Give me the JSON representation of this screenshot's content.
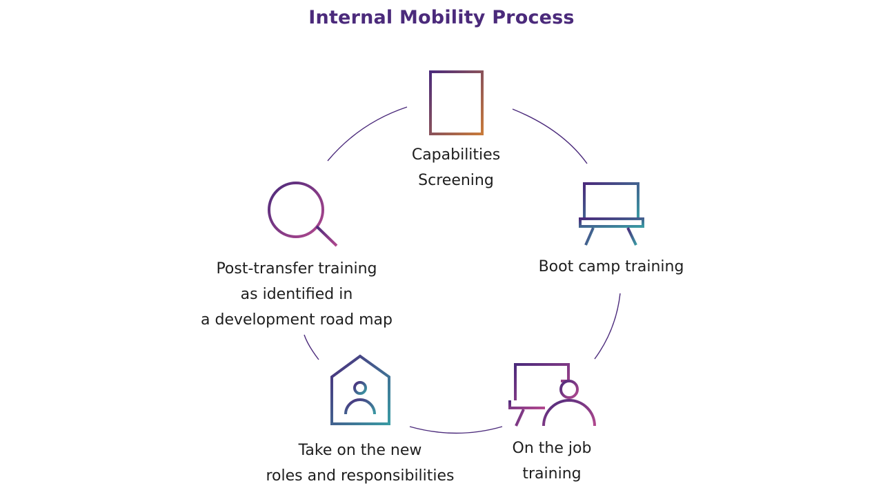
{
  "title": "Internal Mobility Process",
  "colors": {
    "title": "#4b2a7b",
    "connector": "#4b2a7b",
    "gradient_purple": "#4b2a7b",
    "gradient_magenta": "#b2488e",
    "gradient_teal": "#3a9aa3",
    "gradient_orange": "#c87a3a"
  },
  "steps": [
    {
      "id": "capabilities-screening",
      "icon": "bar-chart-document-icon",
      "lines": [
        "Capabilities",
        "Screening"
      ]
    },
    {
      "id": "boot-camp-training",
      "icon": "presentation-board-icon",
      "lines": [
        "Boot camp training"
      ]
    },
    {
      "id": "on-the-job-training",
      "icon": "presenter-at-board-icon",
      "lines": [
        "On the job",
        "training"
      ]
    },
    {
      "id": "take-on-new-roles",
      "icon": "house-person-icon",
      "lines": [
        "Take on the new",
        "roles and responsibilities"
      ]
    },
    {
      "id": "post-transfer-training",
      "icon": "magnifier-icon",
      "lines": [
        "Post-transfer training",
        "as identified in",
        "a development road map"
      ]
    }
  ]
}
